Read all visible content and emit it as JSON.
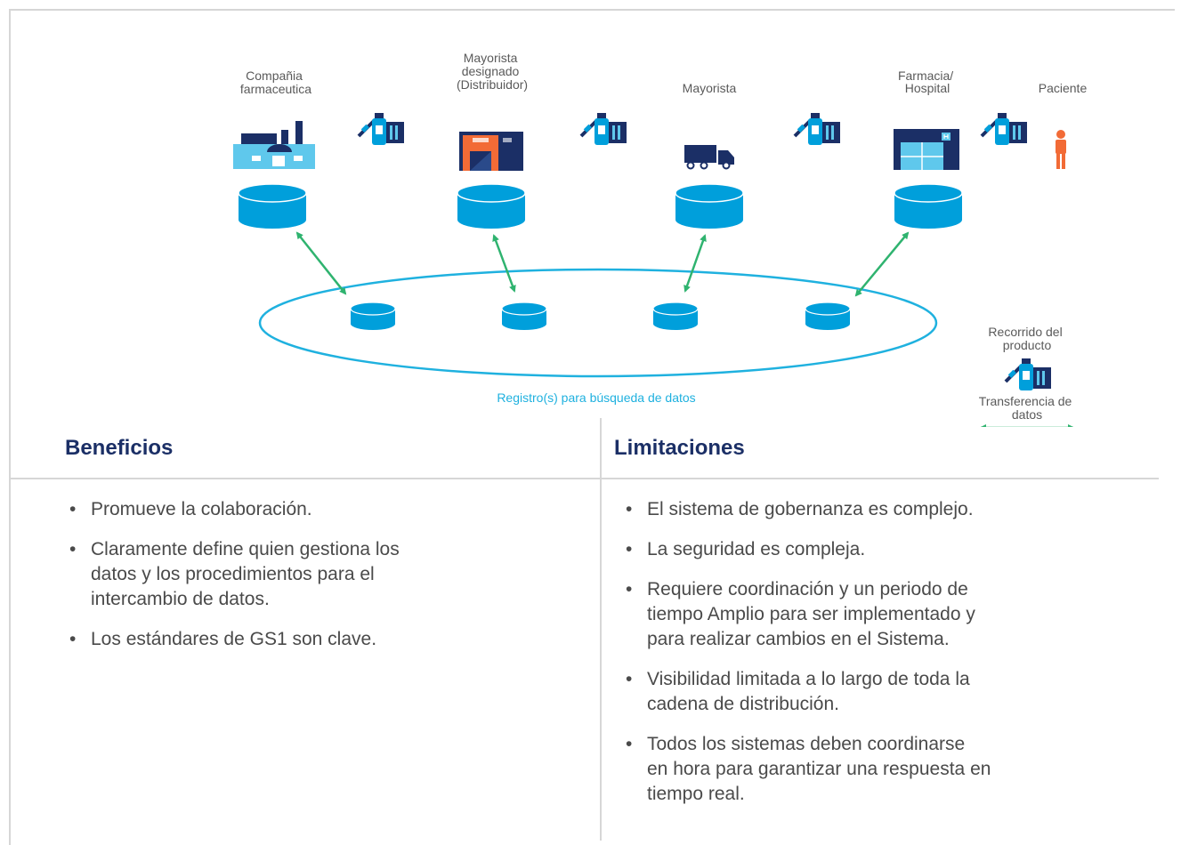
{
  "diagram": {
    "actors": [
      {
        "name": "pharma",
        "lines": [
          "Compañia",
          "farmaceutica"
        ]
      },
      {
        "name": "designated-wholesaler",
        "lines": [
          "Mayorista",
          "designado",
          "(Distribuidor)"
        ]
      },
      {
        "name": "wholesaler",
        "lines": [
          "Mayorista"
        ]
      },
      {
        "name": "pharmacy",
        "lines": [
          "Farmacia/",
          "Hospital"
        ]
      },
      {
        "name": "patient",
        "lines": [
          "Paciente"
        ]
      }
    ],
    "registry_label": "Registro(s) para búsqueda de datos",
    "legend": {
      "product_path_lines": [
        "Recorrido del",
        "producto"
      ],
      "data_transfer_lines": [
        "Transferencia de",
        "datos"
      ]
    },
    "colors": {
      "cylinder": "#009fdb",
      "arrow": "#2fb36f",
      "navy": "#1b2f66",
      "orange": "#f26b36",
      "factory_light": "#5fc8ec"
    }
  },
  "benefits": {
    "title": "Beneficios",
    "items": [
      [
        "Promueve la colaboración."
      ],
      [
        "Claramente define quien gestiona los",
        "datos y los procedimientos para el",
        "intercambio de datos."
      ],
      [
        "Los estándares de GS1 son clave."
      ]
    ]
  },
  "limitations": {
    "title": "Limitaciones",
    "items": [
      [
        "El sistema de gobernanza es complejo."
      ],
      [
        "La seguridad es compleja."
      ],
      [
        "Requiere coordinación y un periodo de",
        "tiempo Amplio para ser implementado y",
        "para realizar cambios en el Sistema."
      ],
      [
        "Visibilidad limitada a lo largo de toda la",
        "cadena de distribución."
      ],
      [
        "Todos los sistemas deben coordinarse",
        "en hora para garantizar una respuesta en",
        "tiempo real."
      ]
    ]
  }
}
